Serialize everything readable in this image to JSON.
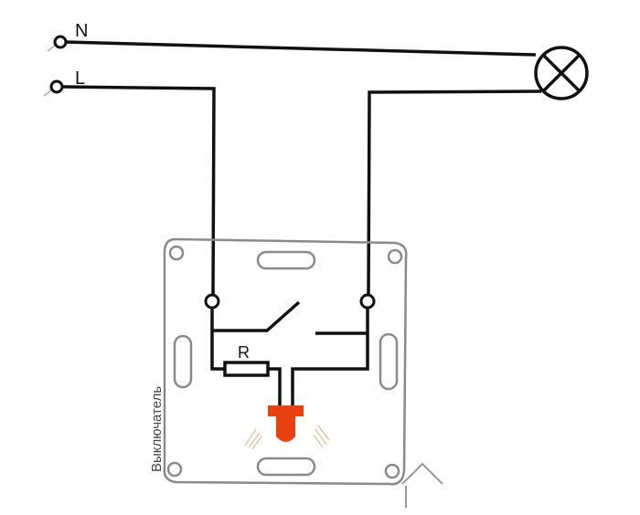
{
  "labels": {
    "neutral": "N",
    "line": "L",
    "resistor": "R",
    "switch_caption": "Выключатель"
  },
  "colors": {
    "wire": "#111111",
    "led": "#e8410f",
    "plate": "#8a8a8a"
  }
}
